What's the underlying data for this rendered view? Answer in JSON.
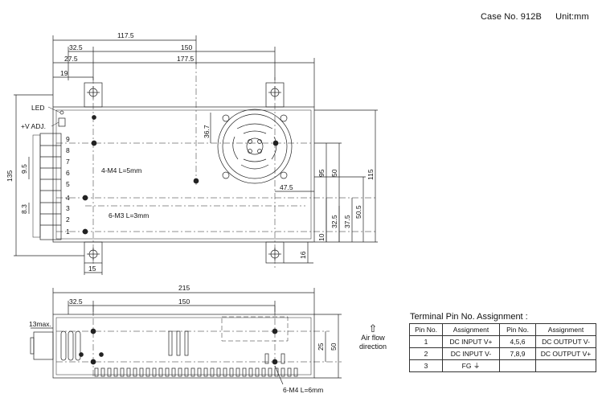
{
  "header": {
    "case_no": "Case No. 912B",
    "unit": "Unit:mm"
  },
  "top_view": {
    "dims_top": [
      "117.5",
      "32.5",
      "150",
      "27.5",
      "177.5",
      "19"
    ],
    "led_label": "LED",
    "vadj_label": "+V ADJ.",
    "pin_numbers": [
      "9",
      "8",
      "7",
      "6",
      "5",
      "4",
      "3",
      "2",
      "1"
    ],
    "dim_left_135": "135",
    "dim_9_5": "9.5",
    "dim_8_3": "8.3",
    "note_4m4": "4-M4 L=5mm",
    "note_6m3": "6-M3 L=3mm",
    "dim_36_7": "36.7",
    "dim_47_5": "47.5",
    "dim_right": [
      "95",
      "50",
      "115",
      "10",
      "32.5",
      "37.5",
      "50.5"
    ],
    "dim_16": "16",
    "dim_15": "15"
  },
  "bottom_view": {
    "dim_215": "215",
    "dim_32_5": "32.5",
    "dim_150": "150",
    "dim_13max": "13max.",
    "dim_25": "25",
    "dim_50": "50",
    "note_6m4": "6-M4 L=6mm"
  },
  "airflow": {
    "arrow": "⇧",
    "line1": "Air flow",
    "line2": "direction"
  },
  "terminal": {
    "title": "Terminal Pin No. Assignment :",
    "headers": [
      "Pin No.",
      "Assignment",
      "Pin No.",
      "Assignment"
    ],
    "rows": [
      [
        "1",
        "DC INPUT V+",
        "4,5,6",
        "DC OUTPUT V-"
      ],
      [
        "2",
        "DC INPUT V-",
        "7,8,9",
        "DC OUTPUT V+"
      ],
      [
        "3",
        "FG ⏚",
        "",
        ""
      ]
    ]
  }
}
